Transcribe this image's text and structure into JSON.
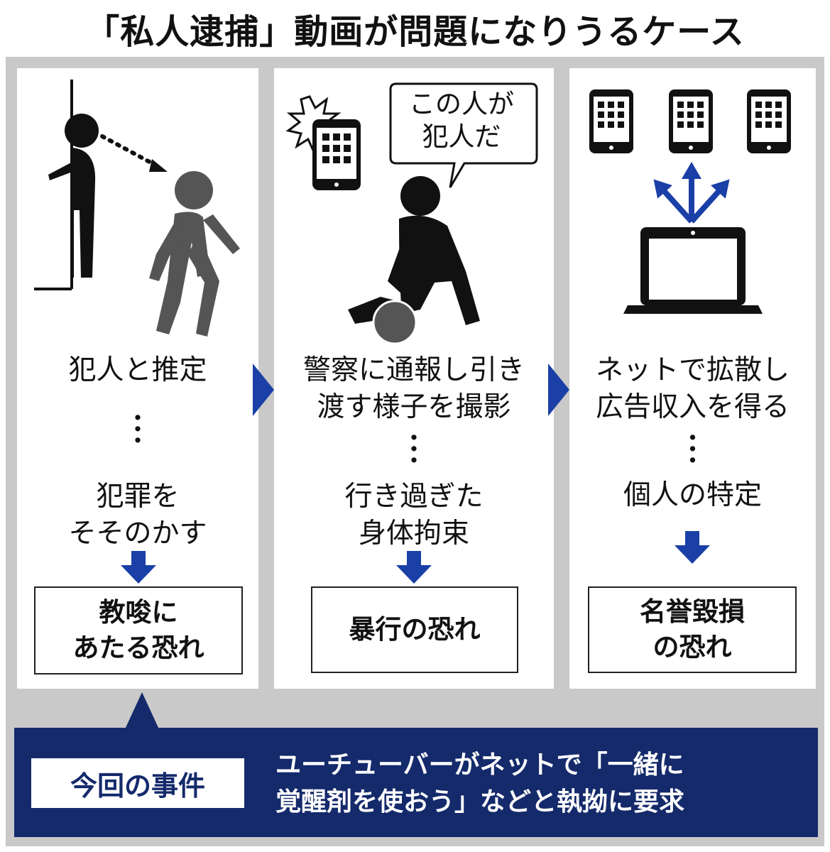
{
  "title": "「私人逮捕」動画が問題になりうるケース",
  "colors": {
    "navy": "#142a6b",
    "arrow_blue": "#1a3fa6",
    "frame_gray": "#c9c9c9",
    "figure_gray": "#555555"
  },
  "panels": [
    {
      "icons": [
        "door-icon",
        "lurking-person-icon",
        "walking-person-icon"
      ],
      "stage": [
        "犯人と推定"
      ],
      "problem": [
        "犯罪を",
        "そそのかす"
      ],
      "result": [
        "教唆に",
        "あたる恐れ"
      ]
    },
    {
      "speech": [
        "この人が",
        "犯人だ"
      ],
      "icons": [
        "smartphone-icon",
        "flash-icon",
        "restraining-person-icon",
        "pinned-person-icon"
      ],
      "stage": [
        "警察に通報し引き",
        "渡す様子を撮影"
      ],
      "problem": [
        "行き過ぎた",
        "身体拘束"
      ],
      "result": [
        "暴行の恐れ"
      ]
    },
    {
      "icons": [
        "tablet-icon",
        "laptop-icon",
        "spread-arrow-icon"
      ],
      "stage": [
        "ネットで拡散し",
        "広告収入を得る"
      ],
      "problem": [
        "個人の特定"
      ],
      "result": [
        "名誉毀損",
        "の恐れ"
      ]
    }
  ],
  "incident": {
    "label": "今回の事件",
    "text": [
      "ユーチューバーがネットで「一緒に",
      "覚醒剤を使おう」などと執拗に要求"
    ]
  }
}
